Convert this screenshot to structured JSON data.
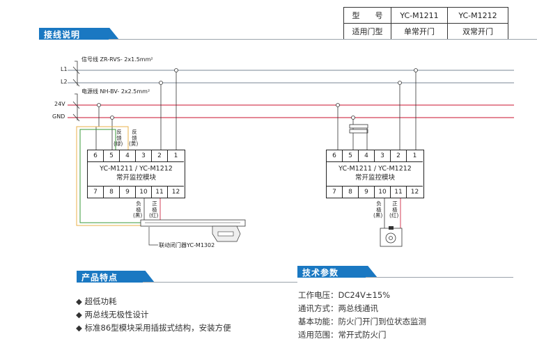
{
  "spec_table": {
    "header": [
      "型　　号",
      "YC-M1211",
      "YC-M1212"
    ],
    "row": [
      "适用门型",
      "单常开门",
      "双常开门"
    ]
  },
  "sections": {
    "wiring": "接线说明",
    "features": "产品特点",
    "tech": "技术参数"
  },
  "bus": {
    "signal_cable": "信号线  ZR-RVS-  2x1.5mm²",
    "power_cable": "电源线 NH-BV-  2x2.5mm²",
    "lines": [
      "L1",
      "L2",
      "24V",
      "GND"
    ]
  },
  "module": {
    "top_terminals": [
      "6",
      "5",
      "4",
      "3",
      "2",
      "1"
    ],
    "bottom_terminals": [
      "7",
      "8",
      "9",
      "10",
      "11",
      "12"
    ],
    "model_left": "YC-M1211 / YC-M1212",
    "model_right": "YC-M1211 / YC-M1212",
    "name": "常开监控模块"
  },
  "wire_labels": {
    "feedback_green": [
      "反",
      "馈",
      "(绿)"
    ],
    "feedback_yellow": [
      "反",
      "馈",
      "(黄)"
    ],
    "negative_black": [
      "负",
      "极",
      "(黑)"
    ],
    "positive_red": [
      "正",
      "极",
      "(红)"
    ]
  },
  "closer_label": "联动闭门器YC-M1302",
  "features": [
    "超低功耗",
    "两总线无极性设计",
    "标准86型模块采用插拔式结构，安装方便"
  ],
  "tech_params": [
    "工作电压：DC24V±15%",
    "通讯方式：两总线通讯",
    "基本功能：防火门开门到位状态监测",
    "适用范围：常开式防火门"
  ],
  "colors": {
    "accent": "#1a78c2",
    "bus_line": "#7a8794",
    "power_line": "#c8102e",
    "feedback_green": "#3a9a3a",
    "feedback_yellow": "#e8b04a"
  }
}
